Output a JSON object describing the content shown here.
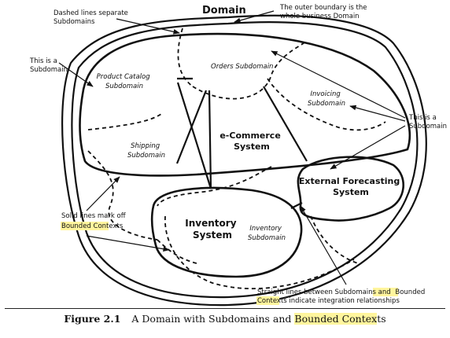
{
  "diagram": {
    "domain_title": "Domain",
    "annotations": {
      "dashed_lines": [
        "Dashed lines separate",
        "Subdomains"
      ],
      "outer_boundary": [
        "The outer boundary is the",
        "whole business Domain"
      ],
      "subdomain_left": [
        "This is a",
        "Subdomain"
      ],
      "subdomain_right": [
        "This is a",
        "Subdomain"
      ],
      "solid_lines": [
        "Solid lines mark off"
      ],
      "solid_lines_hl": "Bounded Contex",
      "solid_lines_tail": "ts",
      "straight_lines_1": "Straight lines between Subdomains and",
      "straight_lines_1_hl": "Bounded",
      "straight_lines_2_hl": "Contex",
      "straight_lines_2_tail": "ts indicate integration relationships"
    },
    "subdomains": {
      "product_catalog": [
        "Product Catalog",
        "Subdomain"
      ],
      "orders": "Orders Subdomain",
      "invoicing": [
        "Invoicing",
        "Subdomain"
      ],
      "shipping": [
        "Shipping",
        "Subdomain"
      ],
      "inventory": [
        "Inventory",
        "Subdomain"
      ]
    },
    "contexts": {
      "ecommerce": [
        "e-Commerce",
        "System"
      ],
      "external_forecasting": [
        "External Forecasting",
        "System"
      ],
      "inventory": [
        "Inventory",
        "System"
      ]
    }
  },
  "caption": {
    "figure": "Figure 2.1",
    "text": "A Domain with Subdomains and",
    "highlight": "Bounded Contex",
    "tail": "ts"
  }
}
